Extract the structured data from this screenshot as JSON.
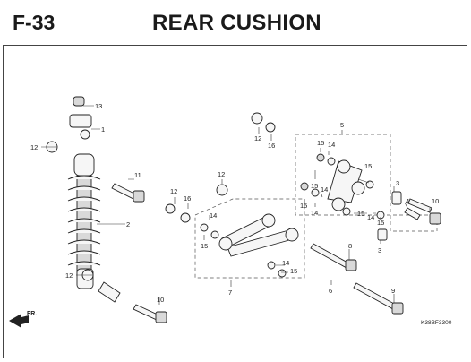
{
  "header": {
    "code": "F-33",
    "title": "REAR CUSHION"
  },
  "front_label": "FR.",
  "drawing_code": "K38BF3300",
  "callouts": [
    {
      "id": "c13",
      "text": "13"
    },
    {
      "id": "c1",
      "text": "1"
    },
    {
      "id": "c12a",
      "text": "12"
    },
    {
      "id": "c11",
      "text": "11"
    },
    {
      "id": "c2",
      "text": "2"
    },
    {
      "id": "c12b",
      "text": "12"
    },
    {
      "id": "c10a",
      "text": "10"
    },
    {
      "id": "c12c",
      "text": "12"
    },
    {
      "id": "c16a",
      "text": "16"
    },
    {
      "id": "c12d",
      "text": "12"
    },
    {
      "id": "c16b",
      "text": "16"
    },
    {
      "id": "c12e",
      "text": "12"
    },
    {
      "id": "c5",
      "text": "5"
    },
    {
      "id": "c15a",
      "text": "15"
    },
    {
      "id": "c14a",
      "text": "14"
    },
    {
      "id": "c15b",
      "text": "15"
    },
    {
      "id": "c15c",
      "text": "15"
    },
    {
      "id": "c14b",
      "text": "14"
    },
    {
      "id": "c15d",
      "text": "15"
    },
    {
      "id": "c14c",
      "text": "14"
    },
    {
      "id": "c15e",
      "text": "15"
    },
    {
      "id": "c14d",
      "text": "14"
    },
    {
      "id": "c15f",
      "text": "15"
    },
    {
      "id": "c3a",
      "text": "3"
    },
    {
      "id": "c4",
      "text": "4"
    },
    {
      "id": "c10b",
      "text": "10"
    },
    {
      "id": "c3b",
      "text": "3"
    },
    {
      "id": "c14e",
      "text": "14"
    },
    {
      "id": "c15g",
      "text": "15"
    },
    {
      "id": "c8",
      "text": "8"
    },
    {
      "id": "c14f",
      "text": "14"
    },
    {
      "id": "c15h",
      "text": "15"
    },
    {
      "id": "c7",
      "text": "7"
    },
    {
      "id": "c6",
      "text": "6"
    },
    {
      "id": "c9",
      "text": "9"
    }
  ]
}
